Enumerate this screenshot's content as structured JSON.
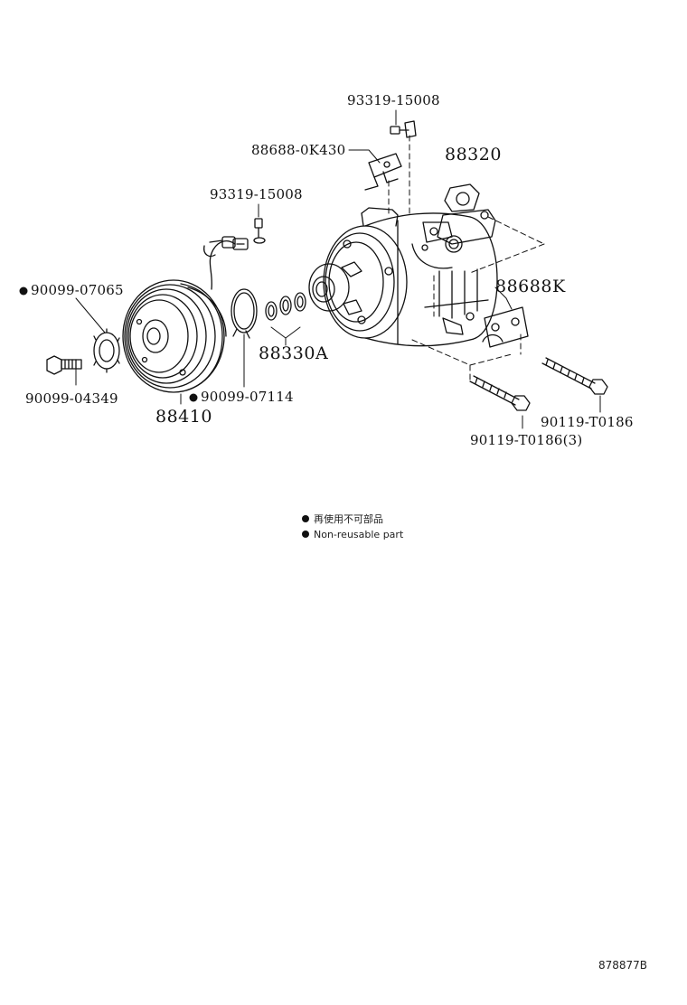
{
  "labels": {
    "bolt_top": "93319-15008",
    "bracket_top": "88688-0K430",
    "compressor": "88320",
    "bolt_wire": "93319-15008",
    "washer": "90099-07065",
    "bolt_left": "90099-04349",
    "clutch": "88410",
    "snap_ring": "90099-07114",
    "shims": "88330A",
    "bracket_right": "88688K",
    "long_bolt_right": "90119-T0186",
    "long_bolt_bottom": "90119-T0186(3)"
  },
  "legend": {
    "jp": "再使用不可部品",
    "en": "Non-reusable part"
  },
  "reference_id": "878877B",
  "colors": {
    "ink": "#111111",
    "paper": "#ffffff"
  }
}
